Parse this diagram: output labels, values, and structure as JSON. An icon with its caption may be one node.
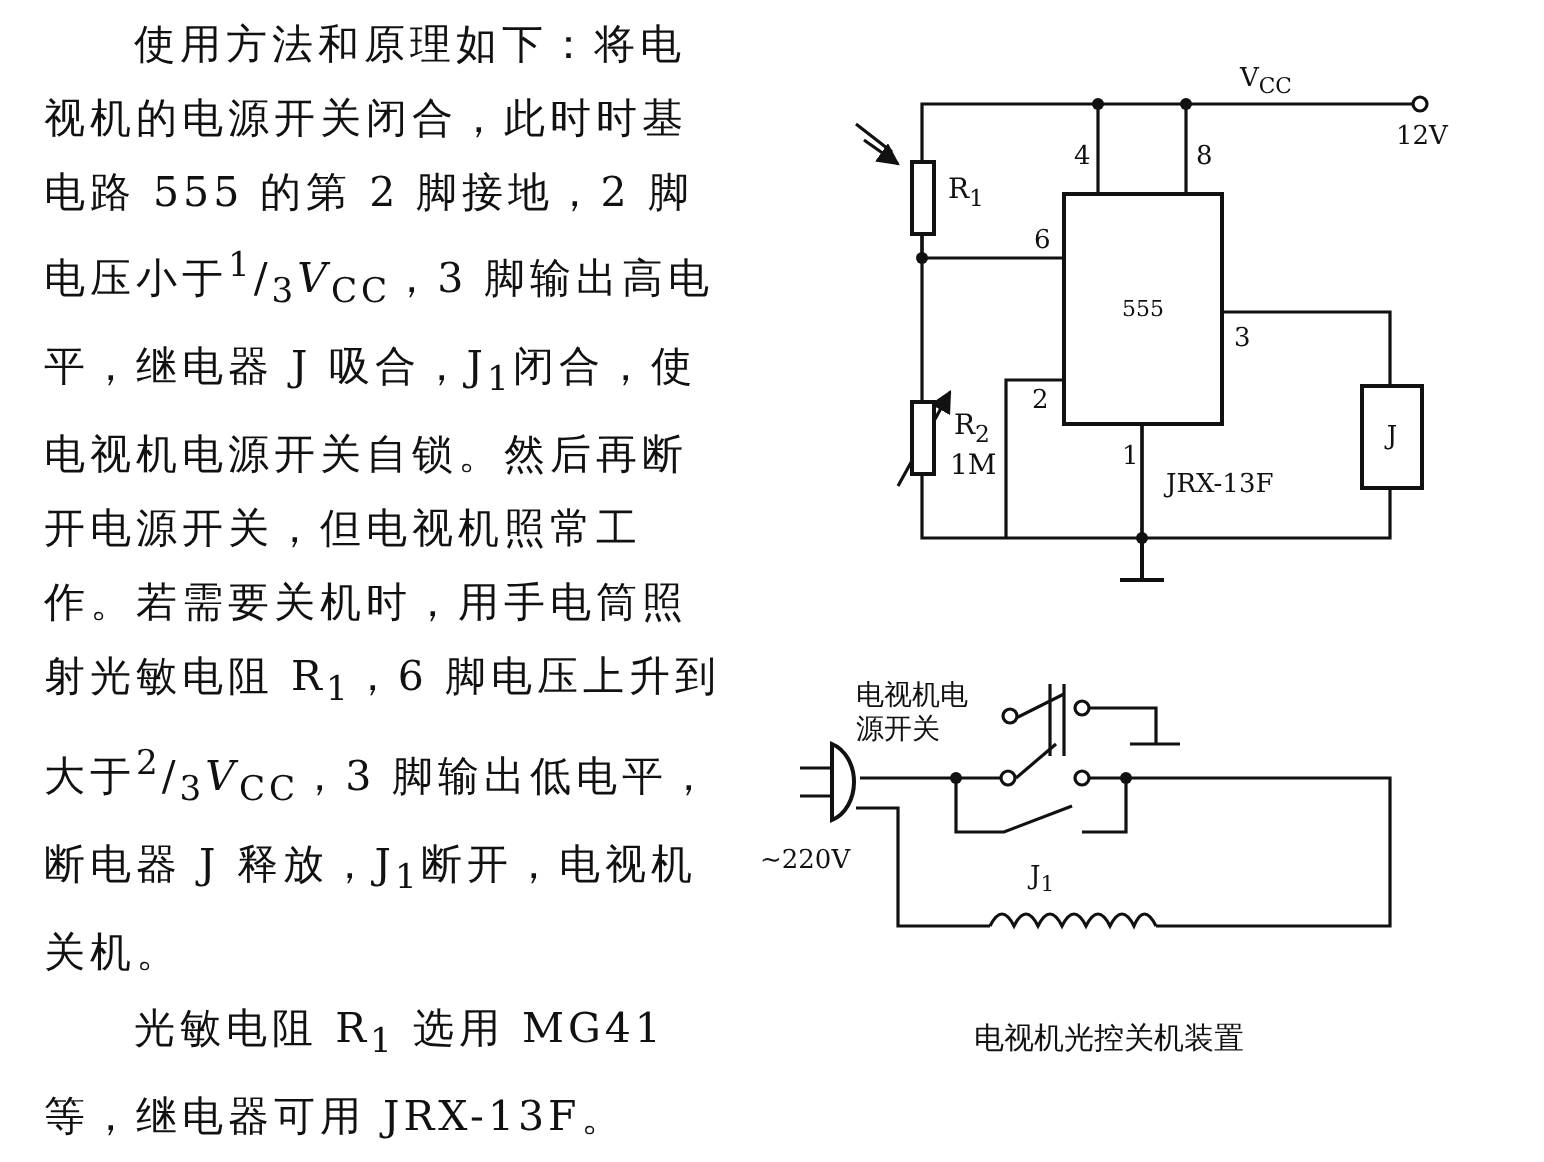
{
  "diagram": {
    "caption": "电视机光控关机装置",
    "nodes": [
      {
        "text": [
          "555"
        ],
        "beside": [
          "4",
          "8",
          "6",
          "3",
          "2",
          "1"
        ]
      },
      {
        "text": [],
        "shape": "box",
        "beside": [
          "R$_{1}$"
        ]
      },
      {
        "text": [],
        "shape": "box",
        "beside": [
          "R$_{2}$",
          "1M"
        ]
      },
      {
        "text": [
          "J"
        ]
      }
    ],
    "edges": [
      {
        "from": 0,
        "to": 3,
        "arrow": "none"
      },
      {
        "from": 1,
        "to": 0,
        "arrow": "none"
      },
      {
        "from": 1,
        "to": 2,
        "arrow": "none"
      },
      {
        "from": 0,
        "to": 1,
        "arrow": "none"
      },
      {
        "from": 0,
        "to": 2,
        "arrow": "none"
      }
    ],
    "labels": [
      "使用方法和原理如下：将电视机的电源开关闭合，此时时基电路 555 的第 2 脚接地，2 脚电压小于$^{1}$/$_{3}$*V*$_{CC}$，3 脚输出高电平，继电器 J 吸合，J$_{1}$闭合，使电视机电源开关自锁。然后再断开电源开关，但电视机照常工作。若需要关机时，用手电筒照射光敏电阻 R$_{1}$，6 脚电压上升到大于$^{2}$/$_{3}$*V*$_{CC}$，3 脚输出低电平，断电器 J 释放，J$_{1}$断开，电视机关机。",
      "光敏电阻 R$_{1}$ 选用 MG41 等，继电器可用 JRX-13F。",
      "V$_{CC}$",
      "12V",
      "JRX-13F",
      "电视机电源开关",
      "~220V",
      "J$_{1}$"
    ]
  }
}
